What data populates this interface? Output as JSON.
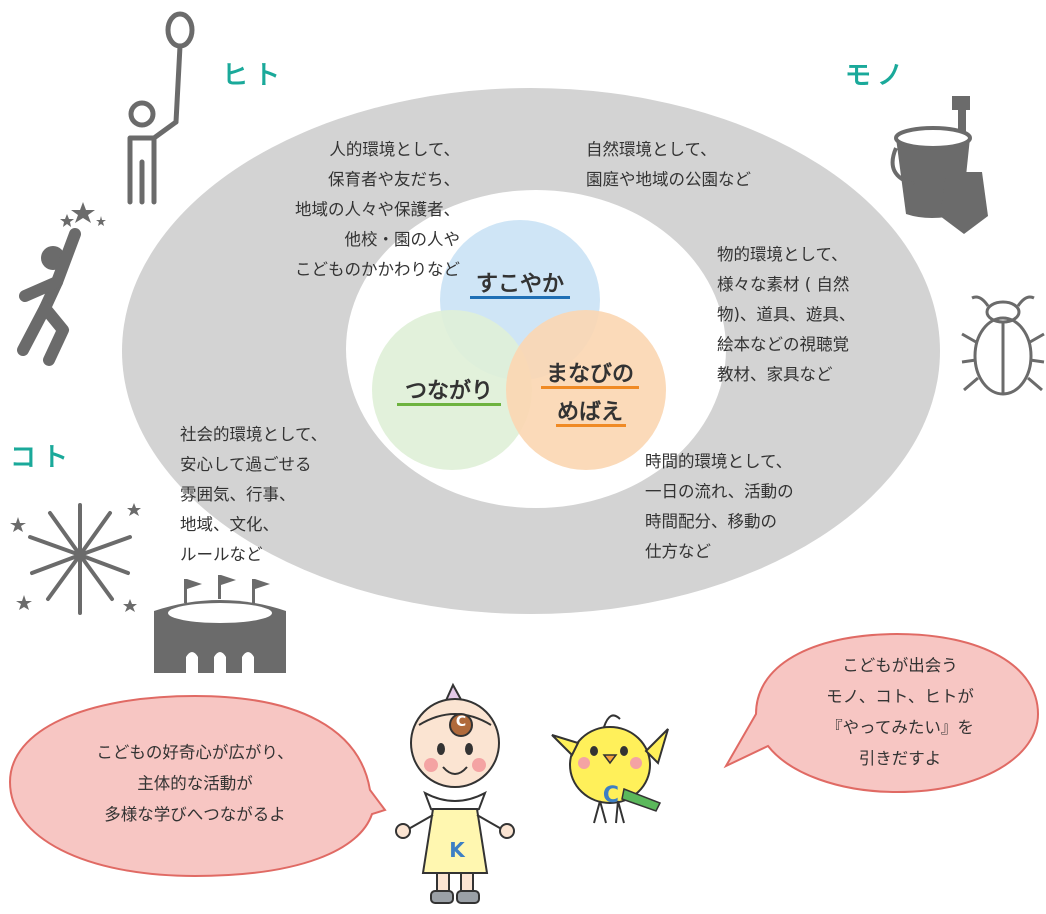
{
  "categories": {
    "hito": "ヒト",
    "mono": "モノ",
    "koto": "コト"
  },
  "center_circles": {
    "sukoyaka": "すこやか",
    "tsunagari": "つながり",
    "manabi_line1": "まなびの",
    "manabi_line2": "めばえ"
  },
  "environments": {
    "human": "人的環境として、\n保育者や友だち、\n地域の人々や保護者、\n他校・園の人や\nこどものかかわりなど",
    "natural": "自然環境として、\n園庭や地域の公園など",
    "physical": "物的環境として、\n様々な素材 ( 自然\n物)、道具、遊具、\n絵本などの視聴覚\n教材、家具など",
    "social": "社会的環境として、\n安心して過ごせる\n雰囲気、行事、\n地域、文化、\nルールなど",
    "time": "時間的環境として、\n一日の流れ、活動の\n時間配分、移動の\n仕方など"
  },
  "bubbles": {
    "left": "こどもの好奇心が広がり、\n主体的な活動が\n多様な学びへつながるよ",
    "right": "こどもが出会う\nモノ、コト、ヒトが\n『やってみたい』を\n引きだすよ"
  },
  "mascot_letters": {
    "hat": "C",
    "shirt": "K",
    "bird": "C"
  },
  "colors": {
    "category_teal": "#1aa99a",
    "ring_gray": "#d3d3d3",
    "sukoyaka_fill": "#cce4f5",
    "tsunagari_fill": "#dff0d8",
    "manabi_fill": "#fbd7b3",
    "underline_blue": "#1f6fb5",
    "underline_green": "#6db33f",
    "underline_orange": "#f08a24",
    "bubble_fill": "#f7c6c3",
    "bubble_stroke": "#e06a64",
    "icon_gray": "#6b6b6b"
  },
  "icons": [
    "balloon-person-icon",
    "jumping-person-icon",
    "bucket-shovel-icon",
    "beetle-icon",
    "fireworks-icon",
    "stadium-icon"
  ]
}
